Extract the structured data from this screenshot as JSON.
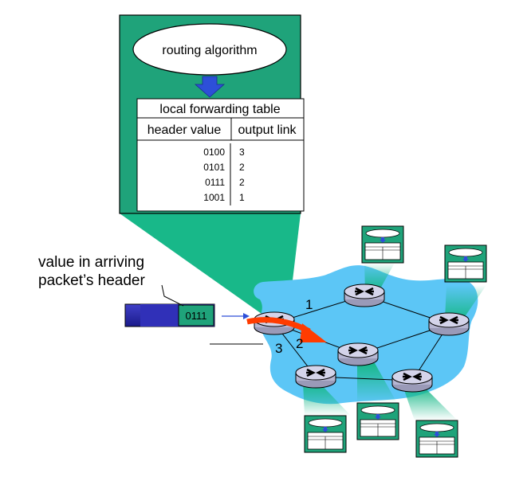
{
  "routing_box": {
    "algorithm_label": "routing algorithm",
    "table_title": "local forwarding table",
    "col_header_value": "header value",
    "col_output_link": "output link",
    "rows": [
      {
        "header": "0100",
        "link": "3"
      },
      {
        "header": "0101",
        "link": "2"
      },
      {
        "header": "0111",
        "link": "2"
      },
      {
        "header": "1001",
        "link": "1"
      }
    ]
  },
  "packet": {
    "caption_line1": "value in arriving",
    "caption_line2": "packet’s header",
    "header_value": "0111"
  },
  "link_labels": {
    "one": "1",
    "two": "2",
    "three": "3"
  },
  "colors": {
    "cloud": "#5cc6f6",
    "green_box": "#1fa37a",
    "teal_beam": "#18b889",
    "router": "#c7c7e0",
    "arrow_red": "#ff3c00",
    "arrow_blue": "#2d4fd8",
    "packet_blue": "#2222a8"
  }
}
